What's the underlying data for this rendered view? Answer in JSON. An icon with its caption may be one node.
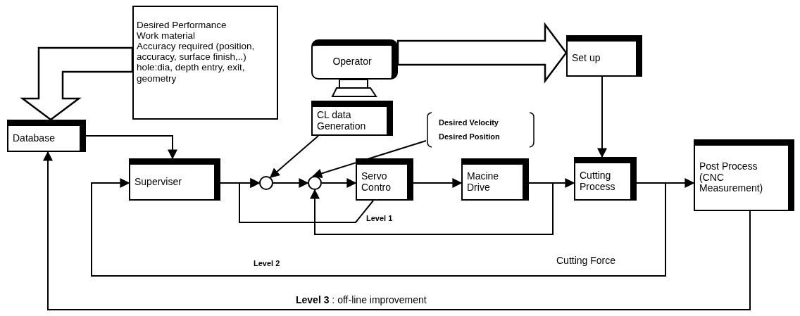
{
  "diagram": {
    "nodes": [
      {
        "text": [
          "Database"
        ]
      },
      {
        "text": [
          "Desired Performance",
          "Work material",
          "Accuracy required (position, accuracy, surface finish,..)",
          "hole:dia, depth entry, exit, geometry"
        ]
      },
      {
        "text": [
          "Operator"
        ]
      },
      {
        "text": [
          "Set up"
        ]
      },
      {
        "text": [
          "CL data Generation"
        ]
      },
      {
        "text": [
          "Desired Velocity",
          "Desired Position"
        ]
      },
      {
        "text": [
          "Superviser"
        ]
      },
      {
        "text": [],
        "shape": "circle"
      },
      {
        "text": [],
        "shape": "circle"
      },
      {
        "text": [
          "Servo Contro"
        ]
      },
      {
        "text": [
          "Macine Drive"
        ]
      },
      {
        "text": [
          "Cutting Process"
        ]
      },
      {
        "text": [
          "Post Process (CNC Measurement)"
        ]
      }
    ],
    "edges": [
      {
        "from": 1,
        "to": 0,
        "arrow": "to",
        "style": "thick"
      },
      {
        "from": 2,
        "to": 3,
        "arrow": "to",
        "style": "thick"
      },
      {
        "from": 0,
        "to": 6,
        "arrow": "to"
      },
      {
        "from": 6,
        "to": 7,
        "arrow": "to"
      },
      {
        "from": 4,
        "to": 7,
        "arrow": "to"
      },
      {
        "from": 5,
        "to": 8,
        "arrow": "to"
      },
      {
        "from": 7,
        "to": 8,
        "arrow": "to"
      },
      {
        "from": 8,
        "to": 9,
        "arrow": "to"
      },
      {
        "from": 9,
        "to": 10,
        "arrow": "to"
      },
      {
        "from": 10,
        "to": 11,
        "arrow": "to"
      },
      {
        "from": 3,
        "to": 11,
        "arrow": "to"
      },
      {
        "from": 11,
        "to": 12,
        "arrow": "to"
      },
      {
        "from": 9,
        "to": 7,
        "arrow": "to"
      },
      {
        "from": 10,
        "to": 8,
        "arrow": "to"
      },
      {
        "from": 11,
        "to": 6,
        "arrow": "to"
      },
      {
        "from": 12,
        "to": 0,
        "arrow": "to"
      }
    ],
    "labels": [
      "Level 1",
      "Level 2",
      "Cutting Force",
      "**Level 3** : off-line improvement"
    ]
  }
}
